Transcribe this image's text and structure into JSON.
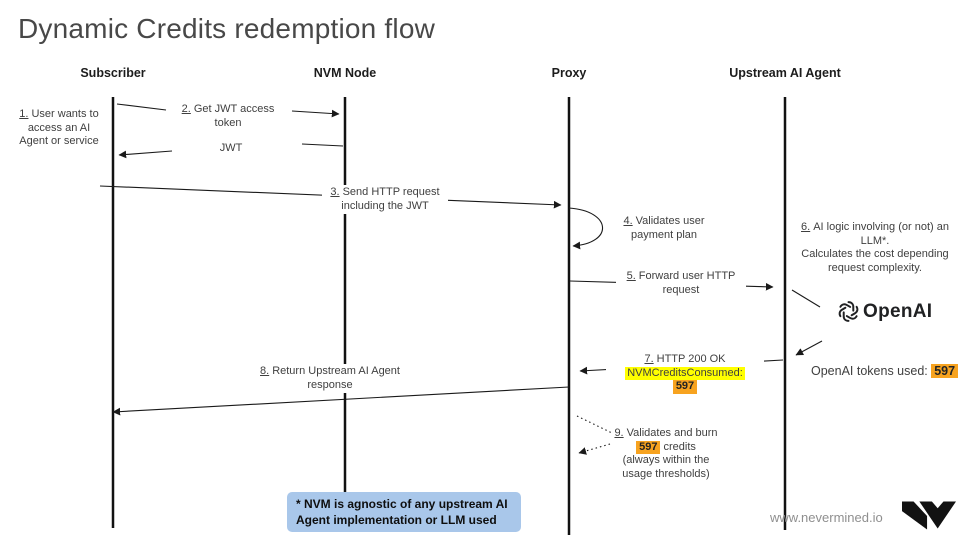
{
  "title": "Dynamic Credits redemption flow",
  "actors": [
    {
      "name": "Subscriber"
    },
    {
      "name": "NVM Node"
    },
    {
      "name": "Proxy"
    },
    {
      "name": "Upstream AI Agent"
    }
  ],
  "steps": {
    "s1": {
      "num": "1.",
      "l1": "User wants to",
      "l2": "access an AI",
      "l3": "Agent or service"
    },
    "s2": {
      "num": "2.",
      "l1": "Get JWT access",
      "l2": "token"
    },
    "jwt": {
      "label": "JWT"
    },
    "s3": {
      "num": "3.",
      "l1": "Send HTTP request",
      "l2": "including the  JWT"
    },
    "s4": {
      "num": "4.",
      "l1": "Validates user",
      "l2": "payment plan"
    },
    "s5": {
      "num": "5.",
      "l1": "Forward user HTTP",
      "l2": "request"
    },
    "s6": {
      "num": "6.",
      "l1": "AI logic involving (or not) an",
      "l2": "LLM*.",
      "l3": "Calculates the cost depending",
      "l4": "request complexity."
    },
    "s7": {
      "num": "7.",
      "l1": "HTTP 200 OK",
      "l2": "NVMCreditsConsumed:",
      "value": "597"
    },
    "s8": {
      "num": "8.",
      "l1": "Return Upstream AI Agent",
      "l2": "response"
    },
    "s9": {
      "num": "9.",
      "l1": "Validates and burn",
      "value": "597",
      "l2b": " credits",
      "l3": "(always within the",
      "l4": "usage thresholds)"
    }
  },
  "openai": {
    "brand": "OpenAI",
    "tokens_label": "OpenAI tokens used: ",
    "tokens_value": "597"
  },
  "note": {
    "l1": "* NVM is agnostic of any upstream AI",
    "l2": "Agent implementation or LLM used"
  },
  "footer": {
    "url": "www.nevermined.io"
  },
  "colors": {
    "highlight_yellow": "#ffff00",
    "highlight_orange": "#f7a320",
    "note_blue": "#a9c7ea",
    "line": "#1a1a1a",
    "title_gray": "#484848",
    "url_gray": "#8f8f8f"
  }
}
